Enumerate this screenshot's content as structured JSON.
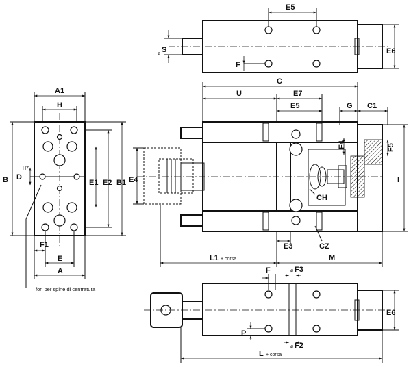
{
  "labels": {
    "A1": "A1",
    "H": "H",
    "B": "B",
    "D": "D",
    "H7": "H7",
    "E1": "E1",
    "E2": "E2",
    "B1": "B1",
    "F1": "F1",
    "E": "E",
    "A": "A",
    "note": "fori per spine di centratura",
    "E5": "E5",
    "S": "S",
    "F": "F",
    "E6": "E6",
    "C": "C",
    "U": "U",
    "E7": "E7",
    "G": "G",
    "C1": "C1",
    "F4": "F4",
    "F5": "F5",
    "E4": "E4",
    "I": "I",
    "CH": "CH",
    "E3": "E3",
    "CZ": "CZ",
    "L1": "L1",
    "corsa": "+ corsa",
    "M": "M",
    "F3": "F3",
    "P": "P",
    "F2": "F2",
    "L": "L",
    "dia": "⌀"
  }
}
